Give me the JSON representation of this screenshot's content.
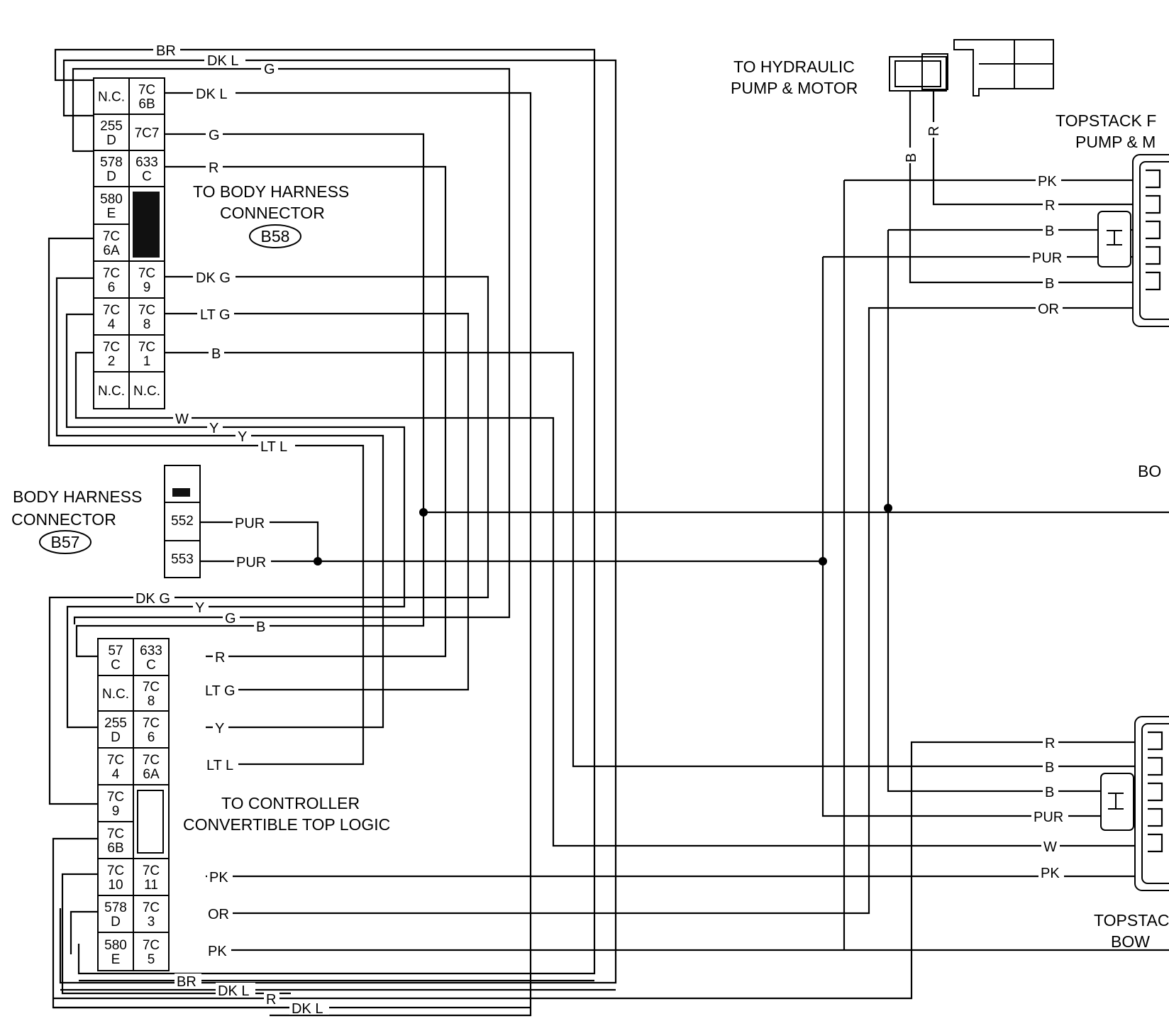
{
  "labels": {
    "b58_title": [
      "TO BODY HARNESS",
      "CONNECTOR"
    ],
    "b58_code": "B58",
    "b57_title": [
      "BODY HARNESS",
      "CONNECTOR"
    ],
    "b57_code": "B57",
    "controller_title": [
      "TO CONTROLLER",
      "CONVERTIBLE TOP LOGIC"
    ],
    "hydraulic_title": [
      "TO HYDRAULIC",
      "PUMP & MOTOR"
    ],
    "topstack_pump_title": [
      "TOPSTACK F",
      "PUMP & M"
    ],
    "topstack_bow_title": [
      "TOPSTAC",
      "BOW"
    ],
    "bo_fragment": "BO"
  },
  "b58_pins": [
    [
      "N.C.",
      "7C 6B"
    ],
    [
      "255 D",
      "7C7"
    ],
    [
      "578 D",
      "633 C"
    ],
    [
      "580 E",
      ""
    ],
    [
      "7C 6A",
      ""
    ],
    [
      "7C 6",
      "7C 9"
    ],
    [
      "7C 4",
      "7C 8"
    ],
    [
      "7C 2",
      "7C 1"
    ],
    [
      "N.C.",
      "N.C."
    ]
  ],
  "b57_pins": [
    "552",
    "553"
  ],
  "controller_pins": [
    [
      "57 C",
      "633 C"
    ],
    [
      "N.C.",
      "7C 8"
    ],
    [
      "255 D",
      "7C 6"
    ],
    [
      "7C 4",
      "7C 6A"
    ],
    [
      "7C 9",
      ""
    ],
    [
      "7C 6B",
      ""
    ],
    [
      "7C 10",
      "7C 11"
    ],
    [
      "578 D",
      "7C 3"
    ],
    [
      "580 E",
      "7C 5"
    ]
  ],
  "wires": {
    "b58_right": [
      "DK L",
      "G",
      "R",
      "DK G",
      "LT G",
      "B"
    ],
    "b58_top": [
      "BR",
      "DK L",
      "G"
    ],
    "b58_bottom": [
      "W",
      "Y",
      "Y",
      "LT L"
    ],
    "b57": [
      "PUR",
      "PUR"
    ],
    "controller_top": [
      "DK G",
      "Y",
      "G",
      "B"
    ],
    "controller_right": [
      "R",
      "LT G",
      "Y",
      "LT L",
      "PK",
      "OR",
      "PK"
    ],
    "controller_bottom": [
      "BR",
      "DK L",
      "R",
      "DK L"
    ],
    "pump_right": [
      "PK",
      "R",
      "B",
      "PUR",
      "B",
      "OR"
    ],
    "bow_right": [
      "R",
      "B",
      "B",
      "PUR",
      "W",
      "PK"
    ],
    "hydraulic": [
      "B",
      "R"
    ]
  }
}
